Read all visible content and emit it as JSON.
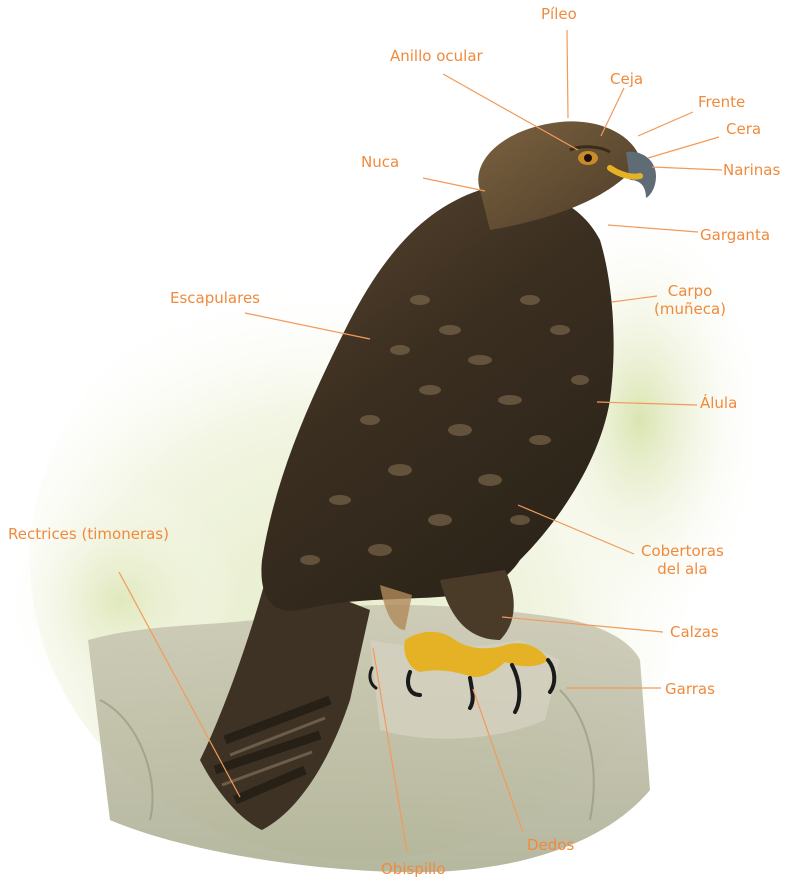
{
  "colors": {
    "label": "#f08a3c",
    "leader": "#f29a5a",
    "plumage_dark": "#2f261b",
    "plumage_mid": "#4e3f2b",
    "head": "#6b5332",
    "feet": "#e6b225",
    "beak": "#5a6670",
    "rock": "#bdb8a3",
    "foliage": "#d9e3b4"
  },
  "labels": {
    "pileo": "Píleo",
    "anillo_ocular": "Anillo ocular",
    "ceja": "Ceja",
    "frente": "Frente",
    "cera": "Cera",
    "narinas": "Narinas",
    "nuca": "Nuca",
    "garganta": "Garganta",
    "escapulares": "Escapulares",
    "carpo": "Carpo",
    "carpo_sub": "(muñeca)",
    "alula": "Álula",
    "rectrices": "Rectrices (timoneras)",
    "cobertoras": "Cobertoras",
    "cobertoras_sub": "del ala",
    "calzas": "Calzas",
    "garras": "Garras",
    "dedos": "Dedos",
    "obispillo": "Obispillo"
  }
}
